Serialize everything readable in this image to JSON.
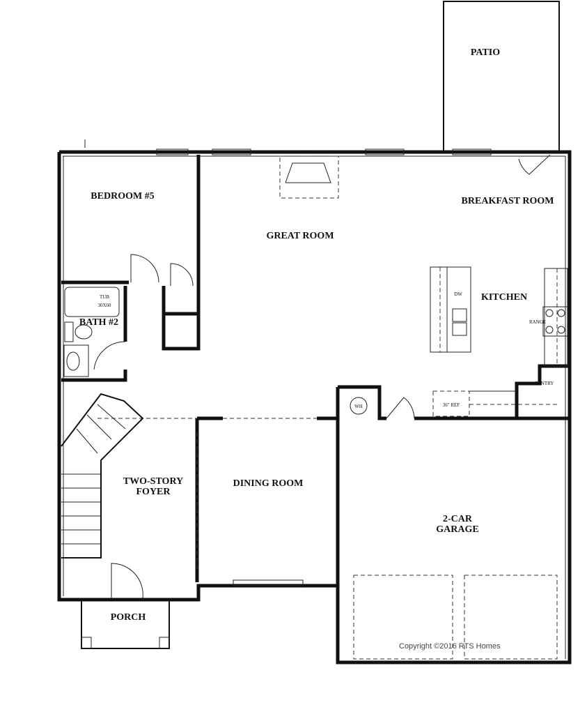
{
  "rooms": {
    "patio": "PATIO",
    "bedroom": "BEDROOM #5",
    "great_room": "GREAT ROOM",
    "breakfast": "BREAKFAST ROOM",
    "kitchen": "KITCHEN",
    "bath": "BATH #2",
    "foyer_1": "TWO-STORY",
    "foyer_2": "FOYER",
    "dining": "DINING ROOM",
    "garage_1": "2-CAR",
    "garage_2": "GARAGE",
    "porch": "PORCH"
  },
  "fixtures": {
    "tub_1": "TUB",
    "tub_2": "30X60",
    "dw": "DW",
    "range": "RANGE",
    "pantry": "PANTRY",
    "ref": "36\" REF",
    "wh": "WH"
  },
  "copyright": "Copyright ©2016 RTS Homes"
}
